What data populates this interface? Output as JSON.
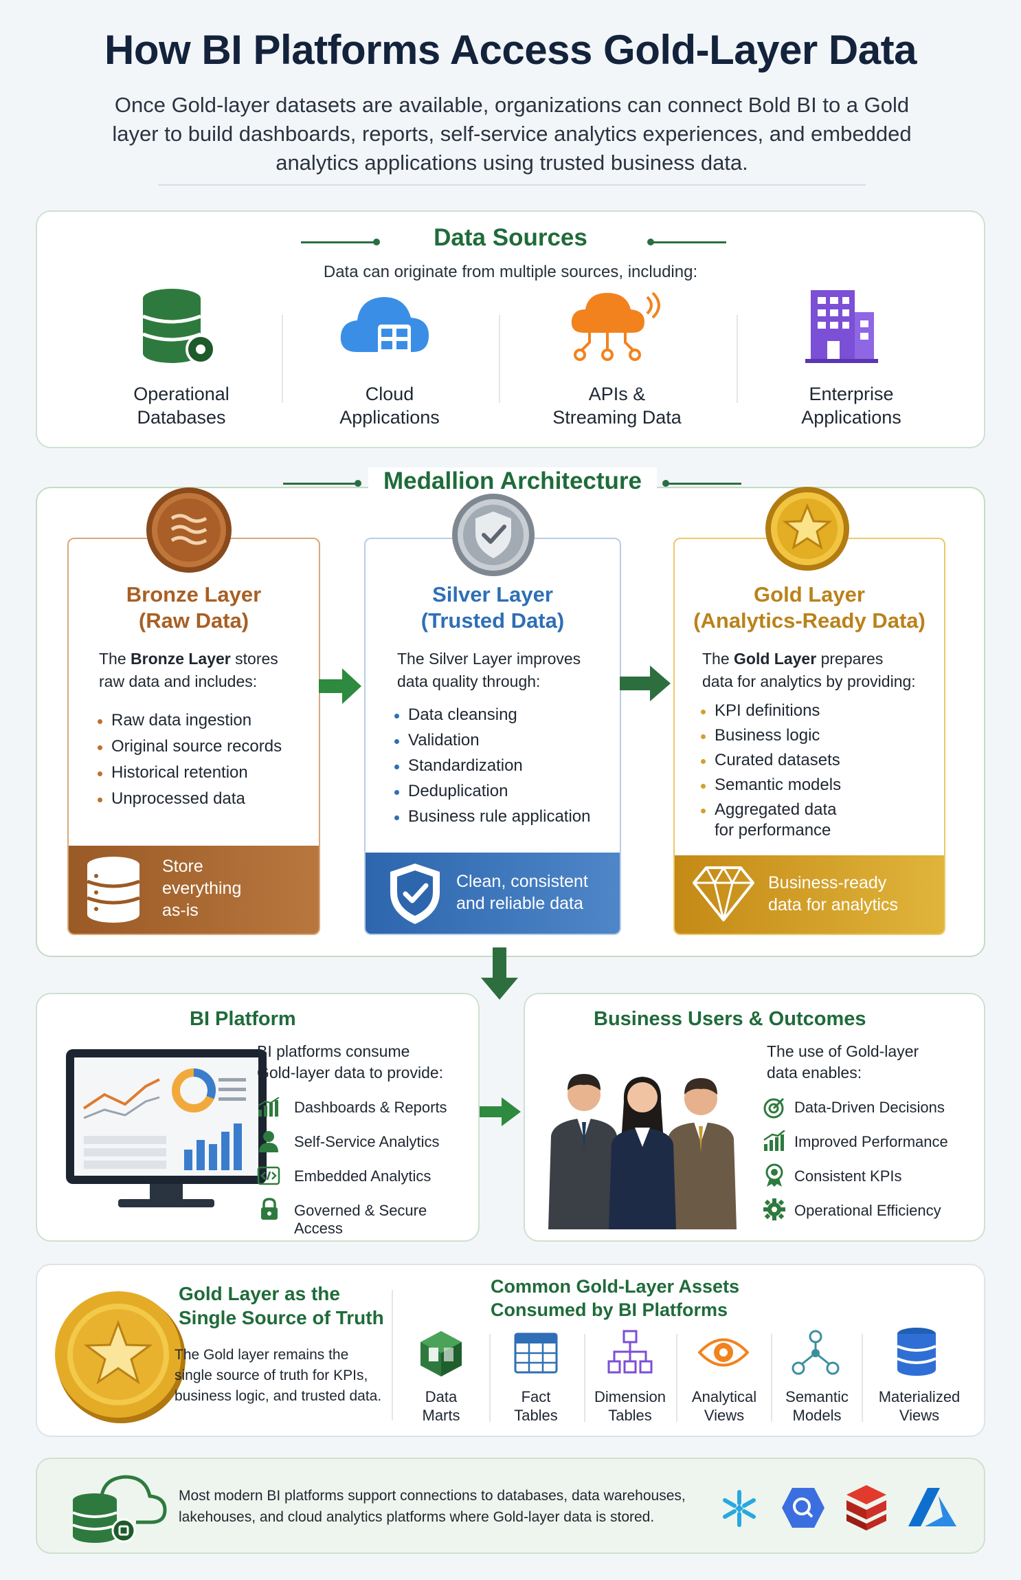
{
  "header": {
    "title": "How BI Platforms Access Gold-Layer Data",
    "subtitle": "Once Gold-layer datasets are available, organizations can connect Bold BI to a Gold layer to build dashboards, reports, self-service analytics experiences, and embedded analytics applications using trusted business data."
  },
  "data_sources": {
    "title": "Data Sources",
    "intro": "Data can originate from multiple sources, including:",
    "items": [
      {
        "line1": "Operational",
        "line2": "Databases",
        "icon": "database-gear-icon"
      },
      {
        "line1": "Cloud",
        "line2": "Applications",
        "icon": "cloud-apps-icon"
      },
      {
        "line1": "APIs &",
        "line2": "Streaming Data",
        "icon": "cloud-stream-icon"
      },
      {
        "line1": "Enterprise",
        "line2": "Applications",
        "icon": "building-icon"
      }
    ]
  },
  "medallion": {
    "title": "Medallion Architecture",
    "bronze": {
      "title1": "Bronze Layer",
      "title2": "(Raw Data)",
      "intro_pre": "The ",
      "intro_bold": "Bronze Layer",
      "intro_post": " stores",
      "intro_line2": "raw data and includes:",
      "bullets": [
        "Raw data ingestion",
        "Original source records",
        "Historical retention",
        "Unprocessed data"
      ],
      "footer": [
        "Store",
        "everything",
        "as-is"
      ],
      "color": "#b06a2c"
    },
    "silver": {
      "title1": "Silver Layer",
      "title2": "(Trusted Data)",
      "intro1": "The Silver Layer improves",
      "intro2": "data quality through:",
      "bullets": [
        "Data cleansing",
        "Validation",
        "Standardization",
        "Deduplication",
        "Business rule application"
      ],
      "footer": [
        "Clean, consistent",
        "and reliable data"
      ],
      "color": "#2f6fb5"
    },
    "gold": {
      "title1": "Gold Layer",
      "title2": "(Analytics-Ready Data)",
      "intro_pre": "The ",
      "intro_bold": "Gold Layer",
      "intro_post": " prepares",
      "intro_line2": "data for analytics by providing:",
      "bullets": [
        "KPI definitions",
        "Business logic",
        "Curated datasets",
        "Semantic models",
        "Aggregated data"
      ],
      "bullet_cont": "for performance",
      "footer": [
        "Business-ready",
        "data for analytics"
      ],
      "color": "#c9921b"
    }
  },
  "bi_platform": {
    "title": "BI Platform",
    "intro1": "BI platforms consume",
    "intro2": "Gold-layer data to provide:",
    "items": [
      {
        "label": "Dashboards & Reports",
        "icon": "bar-chart-icon"
      },
      {
        "label": "Self-Service Analytics",
        "icon": "user-icon"
      },
      {
        "label": "Embedded Analytics",
        "icon": "code-icon"
      },
      {
        "label": "Governed & Secure Access",
        "icon": "lock-icon"
      }
    ]
  },
  "business_users": {
    "title": "Business Users & Outcomes",
    "intro1": "The use of Gold-layer",
    "intro2": "data enables:",
    "items": [
      {
        "label": "Data-Driven Decisions",
        "icon": "target-icon"
      },
      {
        "label": "Improved Performance",
        "icon": "growth-chart-icon"
      },
      {
        "label": "Consistent KPIs",
        "icon": "award-icon"
      },
      {
        "label": "Operational Efficiency",
        "icon": "gear-icon"
      }
    ]
  },
  "single_source": {
    "title1": "Gold Layer as the",
    "title2": "Single Source of Truth",
    "text": [
      "The Gold layer remains the",
      "single source of truth for KPIs,",
      "business logic, and trusted data."
    ]
  },
  "assets": {
    "title1": "Common Gold-Layer Assets",
    "title2": "Consumed by BI Platforms",
    "items": [
      {
        "line1": "Data",
        "line2": "Marts",
        "icon": "cube-icon"
      },
      {
        "line1": "Fact",
        "line2": "Tables",
        "icon": "table-icon"
      },
      {
        "line1": "Dimension",
        "line2": "Tables",
        "icon": "hierarchy-icon"
      },
      {
        "line1": "Analytical",
        "line2": "Views",
        "icon": "eye-icon"
      },
      {
        "line1": "Semantic",
        "line2": "Models",
        "icon": "network-icon"
      },
      {
        "line1": "Materialized",
        "line2": "Views",
        "icon": "database-stack-icon"
      }
    ]
  },
  "footer": {
    "line1": "Most modern BI platforms support connections to databases, data warehouses,",
    "line2": "lakehouses, and cloud analytics platforms where Gold-layer data is stored.",
    "logos": [
      "snowflake-logo-icon",
      "bigquery-logo-icon",
      "redshift-logo-icon",
      "azure-logo-icon"
    ]
  },
  "colors": {
    "green": "#1f6b3a",
    "bronze": "#b06a2c",
    "silver": "#2f6fb5",
    "gold": "#c9921b",
    "navy": "#14233c"
  }
}
